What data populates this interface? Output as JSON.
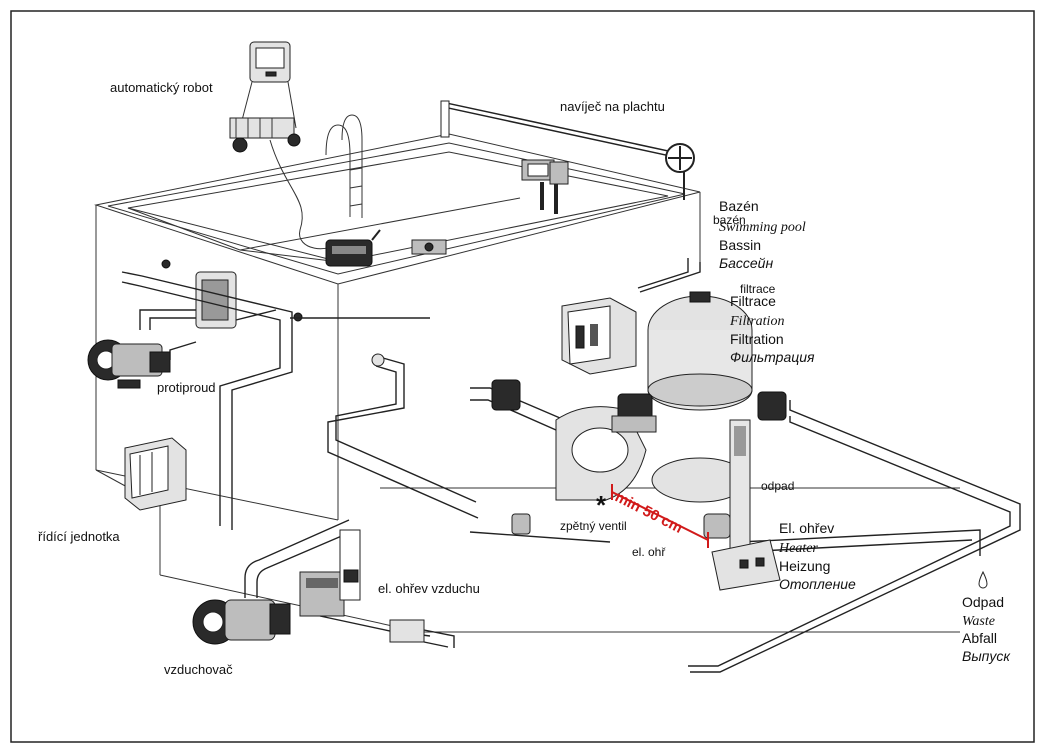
{
  "labels": {
    "robot": "automatický robot",
    "cover_reel": "navíječ na plachtu",
    "pool_small": "bazén",
    "pool": {
      "cs": "Bazén",
      "en": "Swimming pool",
      "fr": "Bassin",
      "ru": "Бассейн"
    },
    "filtration_small": "filtrace",
    "filtration": {
      "cs": "Filtrace",
      "en": "Filtration",
      "fr": "Filtration",
      "ru": "Фильтрация"
    },
    "counter_current": "protiproud",
    "control_unit": "řídící jednotka",
    "check_valve": "zpětný ventil",
    "min_distance": "min 50 cm",
    "waste_small": "odpad",
    "electric_heater_small": "el. ohř",
    "electric_heater": {
      "cs": "El. ohřev",
      "en": "Heater",
      "de": "Heizung",
      "ru": "Отопление"
    },
    "air_heater": "el. ohřev vzduchu",
    "blower": "vzduchovač",
    "waste": {
      "cs": "Odpad",
      "en": "Waste",
      "de": "Abfall",
      "ru": "Выпуск"
    }
  },
  "colors": {
    "frame": "#222222",
    "annotation": "#d11a1a",
    "ink": "#111111"
  },
  "icons": {
    "asterisk": "*",
    "drop": "drop-icon"
  }
}
